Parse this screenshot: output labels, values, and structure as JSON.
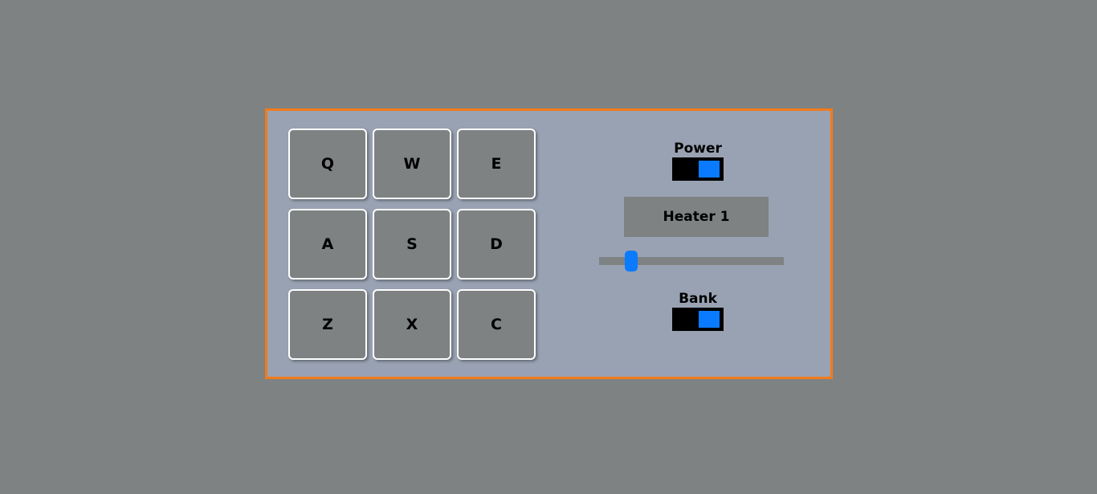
{
  "pads": [
    {
      "key": "Q"
    },
    {
      "key": "W"
    },
    {
      "key": "E"
    },
    {
      "key": "A"
    },
    {
      "key": "S"
    },
    {
      "key": "D"
    },
    {
      "key": "Z"
    },
    {
      "key": "X"
    },
    {
      "key": "C"
    }
  ],
  "controls": {
    "power": {
      "label": "Power",
      "on": true
    },
    "display_text": "Heater 1",
    "volume": {
      "value": 0.15
    },
    "bank": {
      "label": "Bank",
      "on": true
    }
  },
  "colors": {
    "accent": "#0a7bff",
    "frame_border": "#f27a1a",
    "panel": "#99a2b2",
    "background": "#7e8283"
  }
}
